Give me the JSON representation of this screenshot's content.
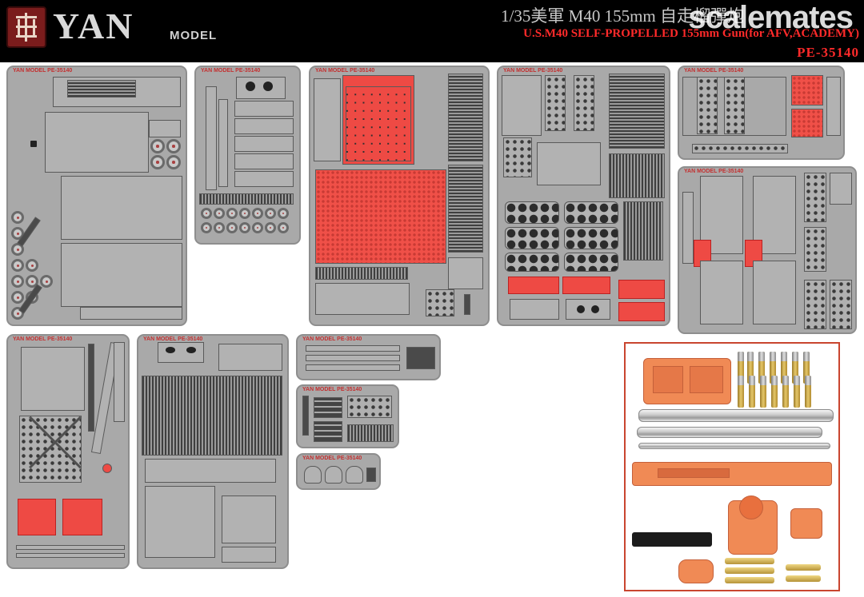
{
  "header": {
    "brand": "YAN",
    "brand_sub": "MODEL",
    "title": "1/35美軍 M40 155mm 自走榴彈炮",
    "subtitle": "U.S.M40 SELF-PROPELLED 155mm Gun(for AFV,ACADEMY)",
    "code": "PE-35140",
    "watermark": "scalemates"
  },
  "sheets": [
    {
      "label": "YAN MODEL  PE-35140"
    },
    {
      "label": "YAN MODEL  PE-35140"
    },
    {
      "label": "YAN MODEL  PE-35140"
    },
    {
      "label": "YAN MODEL  PE-35140"
    },
    {
      "label": "YAN MODEL  PE-35140"
    },
    {
      "label": "YAN MODEL  PE-35140"
    },
    {
      "label": "YAN MODEL  PE-35140"
    },
    {
      "label": "YAN MODEL  PE-35140"
    },
    {
      "label": "YAN MODEL  PE-35140"
    },
    {
      "label": "YAN MODEL  PE-35140"
    },
    {
      "label": "YAN MODEL  PE-35140"
    }
  ],
  "colors": {
    "header_bg": "#000000",
    "fret": "#a9a9a9",
    "accent_red": "#ee4a44",
    "resin": "#f08a55",
    "brass": "#d4b150"
  }
}
